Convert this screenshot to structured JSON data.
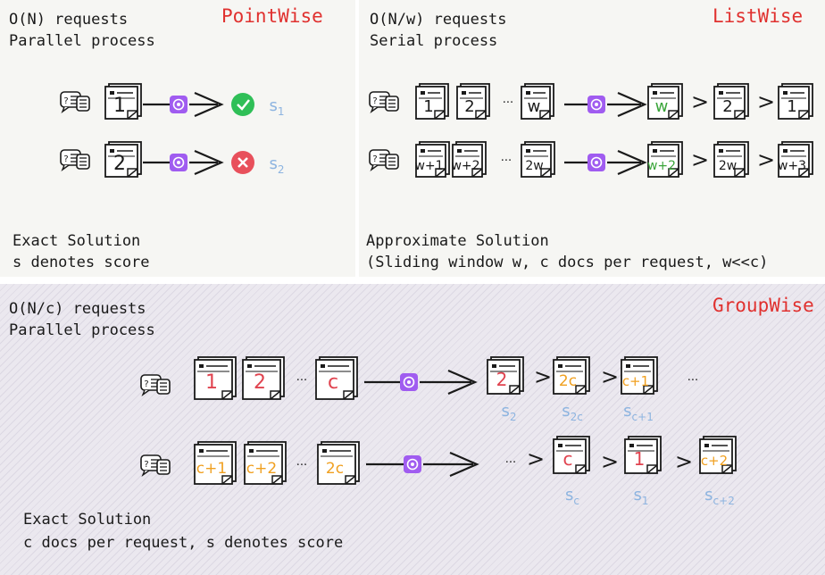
{
  "pointwise": {
    "title": "PointWise",
    "line1": "O(N) requests",
    "line2": "Parallel process",
    "foot1": "Exact Solution",
    "foot2": "s denotes score",
    "rows": [
      {
        "doc": "1",
        "result": "check",
        "score": "s",
        "sub": "1"
      },
      {
        "doc": "2",
        "result": "cross",
        "score": "s",
        "sub": "2"
      }
    ]
  },
  "listwise": {
    "title": "ListWise",
    "line1": "O(N/w) requests",
    "line2": "Serial process",
    "foot1": "Approximate Solution",
    "foot2": "(Sliding window w, c docs per request, w<<c)",
    "rows": [
      {
        "inputs": [
          "1",
          "2",
          "w"
        ],
        "outputs": [
          "w",
          "2",
          "1"
        ]
      },
      {
        "inputs": [
          "w+1",
          "w+2",
          "2w"
        ],
        "outputs": [
          "w+2",
          "2w",
          "w+3"
        ]
      }
    ]
  },
  "groupwise": {
    "title": "GroupWise",
    "line1": "O(N/c) requests",
    "line2": "Parallel process",
    "foot1": "Exact Solution",
    "foot2": "c docs per request, s denotes score",
    "rows": [
      {
        "inputs": [
          "1",
          "2",
          "c"
        ],
        "outputs": [
          "2",
          "2c",
          "c+1"
        ],
        "scores": [
          [
            "s",
            "2"
          ],
          [
            "s",
            "2c"
          ],
          [
            "s",
            "c+1"
          ]
        ]
      },
      {
        "inputs": [
          "c+1",
          "c+2",
          "2c"
        ],
        "outputs": [
          "c",
          "1",
          "c+2"
        ],
        "scores": [
          [
            "s",
            "c"
          ],
          [
            "s",
            "1"
          ],
          [
            "s",
            "c+2"
          ]
        ]
      }
    ]
  },
  "symbols": {
    "ellipsis": "···",
    "gt": ">"
  },
  "icons": [
    "chat-bubbles-icon",
    "document-icon",
    "llm-logo-icon",
    "arrow-icon",
    "check-icon",
    "cross-icon"
  ],
  "colors": {
    "title": "#e0312f",
    "red_text": "#e0434f",
    "orange_text": "#f0a020",
    "green_text": "#3aa53a",
    "score": "#8db4e0",
    "llm": "#a05cf0",
    "check": "#2fbf57",
    "cross": "#e8505b"
  }
}
